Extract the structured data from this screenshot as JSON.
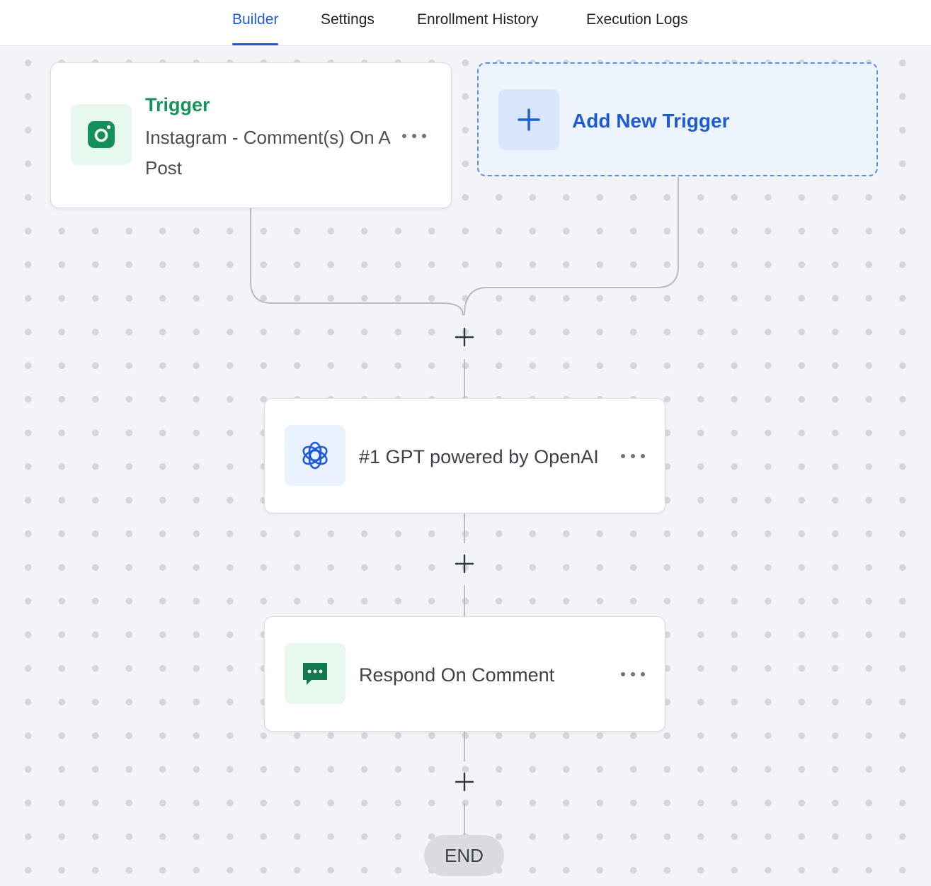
{
  "tabs": [
    {
      "label": "Builder",
      "active": true
    },
    {
      "label": "Settings",
      "active": false
    },
    {
      "label": "Enrollment History",
      "active": false
    },
    {
      "label": "Execution Logs",
      "active": false
    }
  ],
  "trigger": {
    "title": "Trigger",
    "description": "Instagram - Comment(s) On A Post",
    "icon": "instagram-icon"
  },
  "add_trigger": {
    "label": "Add New Trigger",
    "icon": "plus-icon"
  },
  "steps": [
    {
      "label": "#1 GPT powered by OpenAI",
      "icon": "openai-icon"
    },
    {
      "label": "Respond On Comment",
      "icon": "comment-icon"
    }
  ],
  "end": {
    "label": "END"
  },
  "colors": {
    "accent": "#1e5bd8",
    "trigger_green": "#17925c",
    "canvas_bg": "#f3f4f7",
    "connector": "#b8bbc2"
  }
}
